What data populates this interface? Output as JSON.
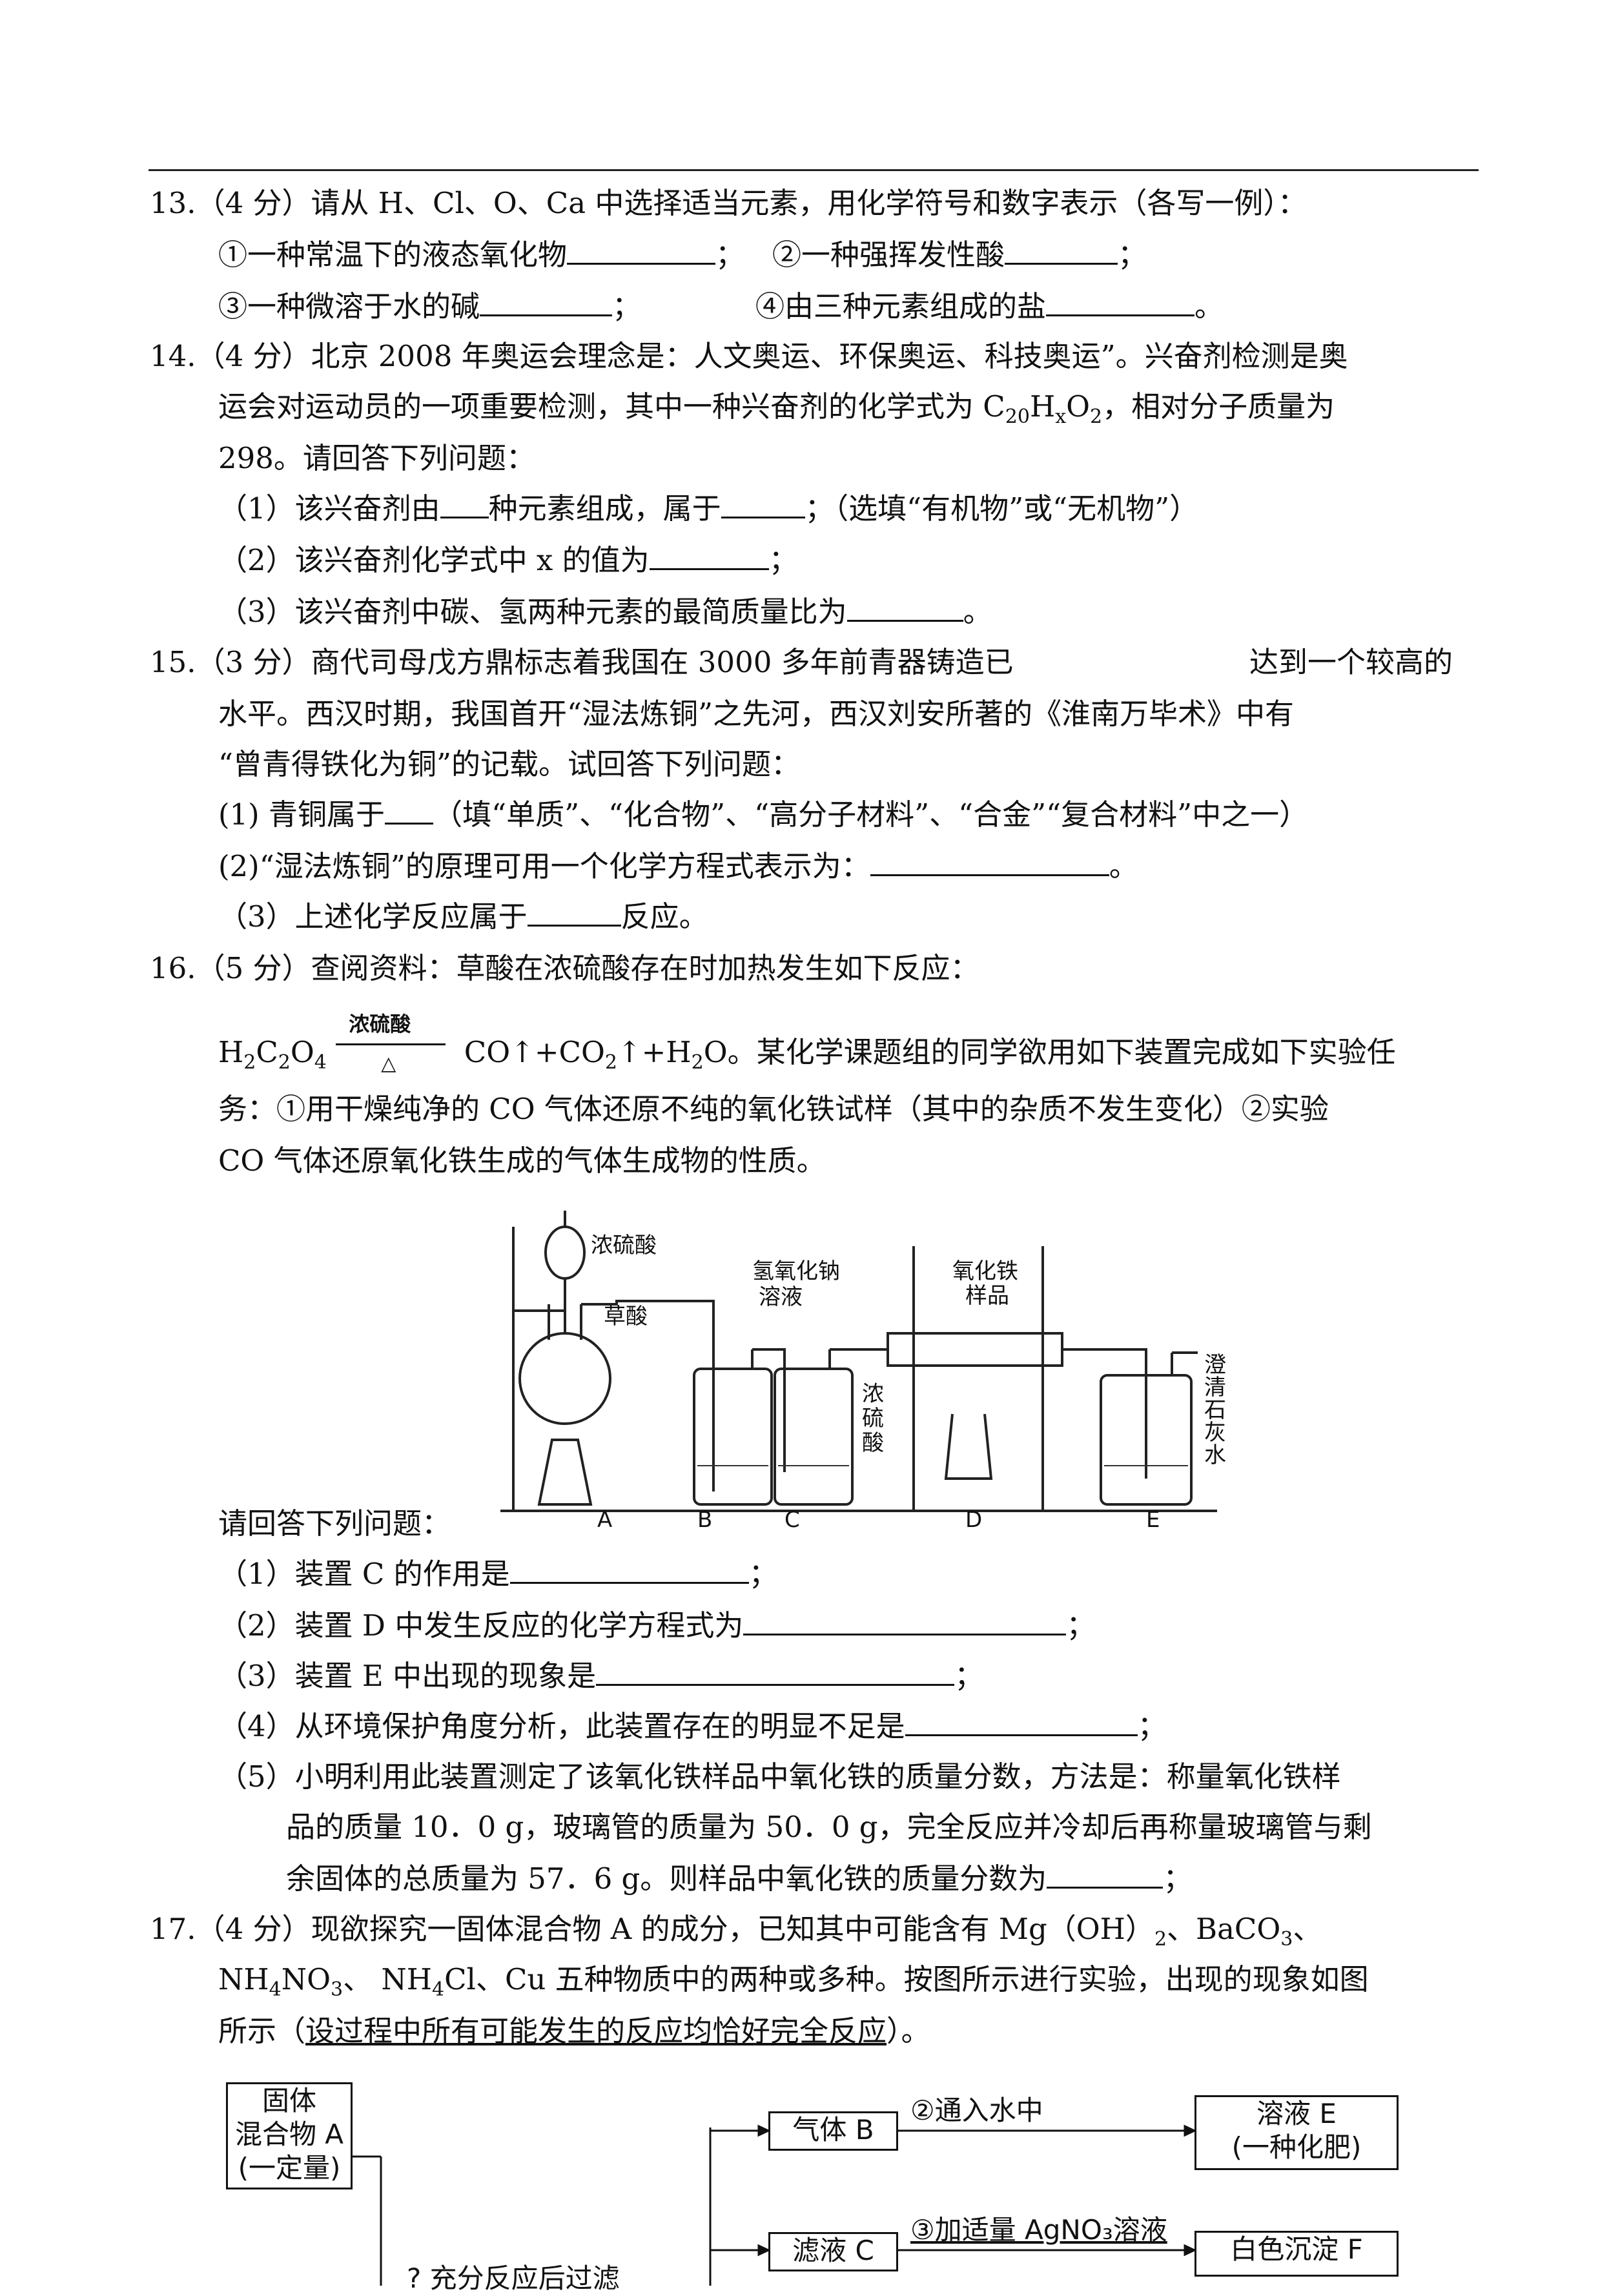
{
  "q13": {
    "title": "13.（4 分）请从 H、Cl、O、Ca 中选择适当元素，用化学符号和数字表示（各写一例）：",
    "p1": "①一种常温下的液态氧化物",
    "p2": "②一种强挥发性酸",
    "p3": "③一种微溶于水的碱",
    "p4": "④由三种元素组成的盐",
    "sep": "；",
    "end": "。"
  },
  "q14": {
    "line1": "14.（4 分）北京 2008 年奥运会理念是：人文奥运、环保奥运、科技奥运”。兴奋剂检测是奥",
    "line2a": "运会对运动员的一项重要检测，其中一种兴奋剂的化学式为 C",
    "line2b": "，相对分子质量为",
    "line3": "298。请回答下列问题：",
    "s1a": "（1）该兴奋剂由",
    "s1b": "种元素组成，属于",
    "s1c": "；（选填“有机物”或“无机物”）",
    "s2": "（2）该兴奋剂化学式中 x 的值为",
    "s3": "（3）该兴奋剂中碳、氢两种元素的最简质量比为"
  },
  "q15": {
    "line1a": "15.（3 分）商代司母戊方鼎标志着我国在 3000 多年前青器铸造已",
    "line1b": "达到一个较高的",
    "line2": "水平。西汉时期，我国首开“湿法炼铜”之先河，西汉刘安所著的《淮南万毕术》中有",
    "line3": "“曾青得铁化为铜”的记载。试回答下列问题：",
    "s1a": "(1) 青铜属于",
    "s1b": "（填“单质”、“化合物”、“高分子材料”、“合金”“复合材料”中之一）",
    "s2": "(2)“湿法炼铜”的原理可用一个化学方程式表示为：",
    "s3a": "（3）上述化学反应属于",
    "s3b": "反应。"
  },
  "q16": {
    "line1": "16.（5 分）查阅资料：草酸在浓硫酸存在时加热发生如下反应：",
    "cond": "浓硫酸",
    "heat": "△",
    "eq_tail": "。某化学课题组的同学欲用如下装置完成如下实验任",
    "line3": "务：①用干燥纯净的 CO 气体还原不纯的氧化铁试样（其中的杂质不发生变化）②实验",
    "line4": "CO 气体还原氧化铁生成的气体生成物的性质。",
    "figure": {
      "acid": "浓硫酸",
      "oxalic": "草酸",
      "naoh1": "氢氧化钠",
      "naoh2": "溶液",
      "h2so4_1": "浓",
      "h2so4_2": "硫",
      "h2so4_3": "酸",
      "fe2o3_1": "氧化铁",
      "fe2o3_2": "样品",
      "lime": [
        "澄",
        "清",
        "石",
        "灰",
        "水"
      ],
      "labels": [
        "A",
        "B",
        "C",
        "D",
        "E"
      ]
    },
    "ask": "请回答下列问题：",
    "s1": "（1）装置 C 的作用是",
    "s2": "（2）装置 D 中发生反应的化学方程式为",
    "s3": "（3）装置 E 中出现的现象是",
    "s4": "（4）从环境保护角度分析，此装置存在的明显不足是",
    "s5a": "（5）小明利用此装置测定了该氧化铁样品中氧化铁的质量分数，方法是：称量氧化铁样",
    "s5b": "品的质量 10．0 g，玻璃管的质量为 50．0 g，完全反应并冷却后再称量玻璃管与剩",
    "s5c": "余固体的总质量为 57．6 g。则样品中氧化铁的质量分数为"
  },
  "q17": {
    "line1a": "17.（4 分）现欲探究一固体混合物 A 的成分，已知其中可能含有 Mg（OH）",
    "line1b": "、BaCO",
    "line1c": "、",
    "line2": "Cl、Cu 五种物质中的两种或多种。按图所示进行实验，出现的现象如图",
    "line3a": "所示（",
    "line3b": "设过程中所有可能发生的反应均恰好完全反应",
    "line3c": "）。",
    "flow": {
      "boxA1": "固体",
      "boxA2": "混合物 A",
      "boxA3": "(一定量)",
      "gasB": "气体 B",
      "filtC": "滤液 C",
      "step2": "②通入水中",
      "step3": "③加适量 AgNO₃溶液",
      "solE1": "溶液 E",
      "solE2": "(一种化肥)",
      "pptF": "白色沉淀 F",
      "step1": "?  充分反应后过滤"
    }
  }
}
